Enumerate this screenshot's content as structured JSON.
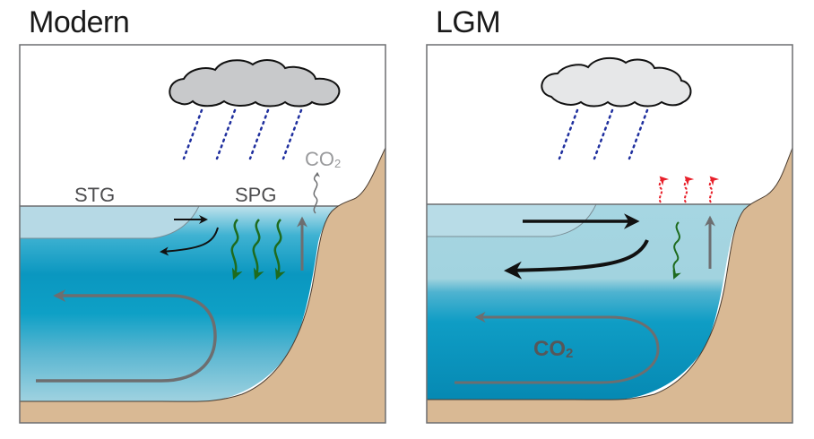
{
  "panels": [
    {
      "id": "modern",
      "title": "Modern",
      "labels": {
        "stg": "STG",
        "spg": "SPG",
        "co2_atm": "CO",
        "co2_sub": "2"
      },
      "rain_streaks": 4,
      "cloud_color": "#c8c9cb",
      "green_arrows": 3
    },
    {
      "id": "lgm",
      "title": "LGM",
      "labels": {
        "co2_deep": "CO",
        "co2_sub": "2"
      },
      "rain_streaks": 3,
      "cloud_color": "#e6e7e8",
      "red_arrows": 3,
      "green_arrows": 1
    }
  ],
  "colors": {
    "land": "#d9b994",
    "shallow_water": "#bcdde8",
    "deep_water": "#0f96bd",
    "rain": "#1f2f9e",
    "green_arrow": "#1e6b1e",
    "gray_arrow": "#6d6e70",
    "red_arrow": "#e8202a"
  }
}
